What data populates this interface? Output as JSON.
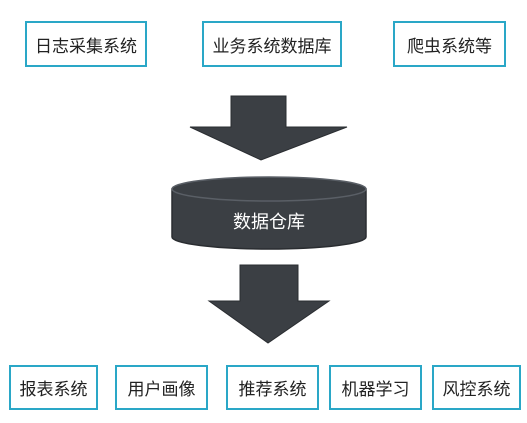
{
  "sources": [
    {
      "label": "日志采集系统"
    },
    {
      "label": "业务系统数据库"
    },
    {
      "label": "爬虫系统等"
    }
  ],
  "warehouse": {
    "label": "数据仓库"
  },
  "consumers": [
    {
      "label": "报表系统"
    },
    {
      "label": "用户画像"
    },
    {
      "label": "推荐系统"
    },
    {
      "label": "机器学习"
    },
    {
      "label": "风控系统"
    }
  ],
  "colors": {
    "box_border": "#2aa7c7",
    "shape_fill": "#3b3f44",
    "shape_stroke": "#2a2d31",
    "text": "#222222"
  }
}
